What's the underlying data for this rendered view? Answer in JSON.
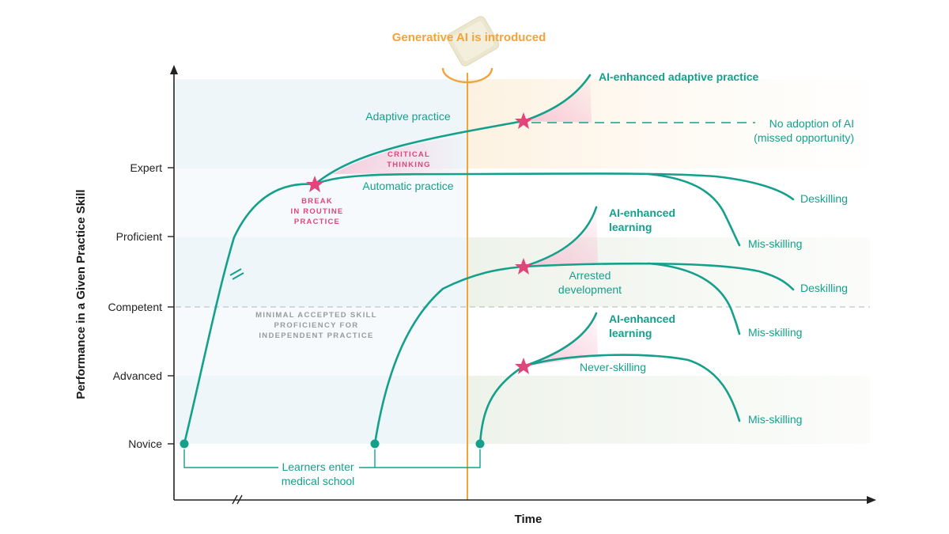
{
  "title": "Generative AI is introduced",
  "axes": {
    "x_label": "Time",
    "y_label": "Performance in a Given Practice Skill",
    "y_levels": [
      "Novice",
      "Advanced",
      "Competent",
      "Proficient",
      "Expert"
    ]
  },
  "annotations": {
    "min_skill": [
      "MINIMAL ACCEPTED SKILL",
      "PROFICIENCY FOR",
      "INDEPENDENT PRACTICE"
    ],
    "break_routine": [
      "BREAK",
      "IN ROUTINE",
      "PRACTICE"
    ],
    "critical_thinking": [
      "CRITICAL",
      "THINKING"
    ],
    "learners_enter": [
      "Learners enter",
      "medical school"
    ]
  },
  "curve_labels": {
    "adaptive_practice": "Adaptive practice",
    "automatic_practice": "Automatic practice",
    "ai_adaptive": "AI-enhanced adaptive practice",
    "no_adoption": [
      "No adoption of AI",
      "(missed opportunity)"
    ],
    "deskilling_1": "Deskilling",
    "misskilling_1": "Mis-skilling",
    "ai_learning_1": [
      "AI-enhanced",
      "learning"
    ],
    "arrested": [
      "Arrested",
      "development"
    ],
    "deskilling_2": "Deskilling",
    "misskilling_2": "Mis-skilling",
    "ai_learning_2": [
      "AI-enhanced",
      "learning"
    ],
    "never_skilling": "Never-skilling",
    "misskilling_3": "Mis-skilling"
  },
  "colors": {
    "curve": "#15a08c",
    "highlight": "#e0457b",
    "ai_line": "#f2a43a",
    "axis": "#222222"
  }
}
